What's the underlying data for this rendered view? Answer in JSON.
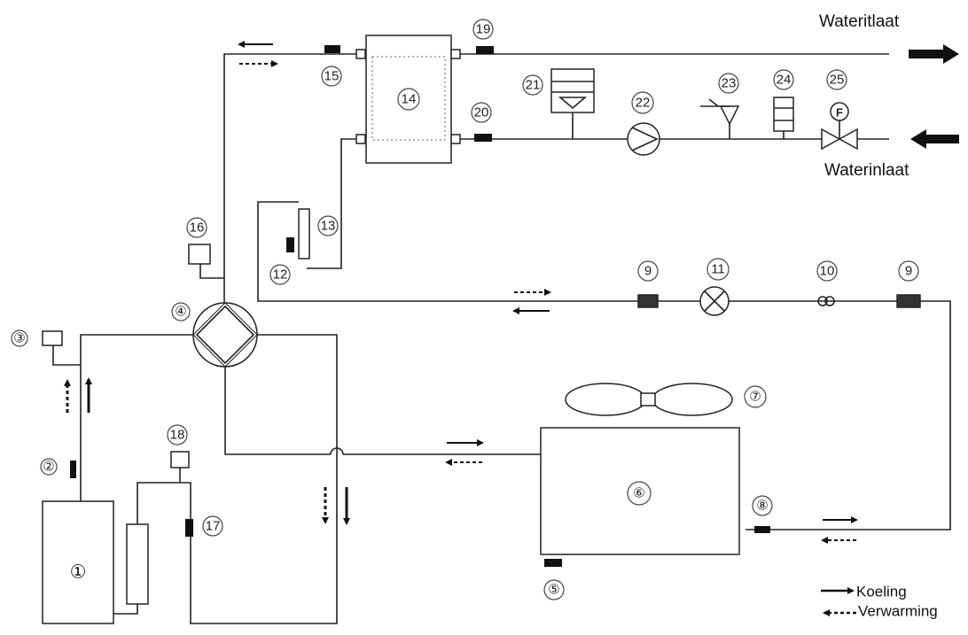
{
  "labels": {
    "water_outlet": "Wateritlaat",
    "water_inlet": "Waterinlaat",
    "legend_cooling": "Koeling",
    "legend_heating": "Verwarming"
  },
  "callouts": {
    "n1": "①",
    "n2": "②",
    "n3": "③",
    "n4": "④",
    "n5": "⑤",
    "n6": "⑥",
    "n7": "⑦",
    "n8": "⑧",
    "n9a": "9",
    "n9b": "9",
    "n10": "10",
    "n11": "11",
    "n12": "12",
    "n13": "13",
    "n14": "14",
    "n15": "15",
    "n16": "16",
    "n17": "17",
    "n18": "18",
    "n19": "19",
    "n20": "20",
    "n21": "21",
    "n22": "22",
    "n23": "23",
    "n24": "24",
    "n25": "25",
    "flow_meter_letter": "F"
  },
  "colors": {
    "line": "#222222",
    "background": "#ffffff"
  }
}
